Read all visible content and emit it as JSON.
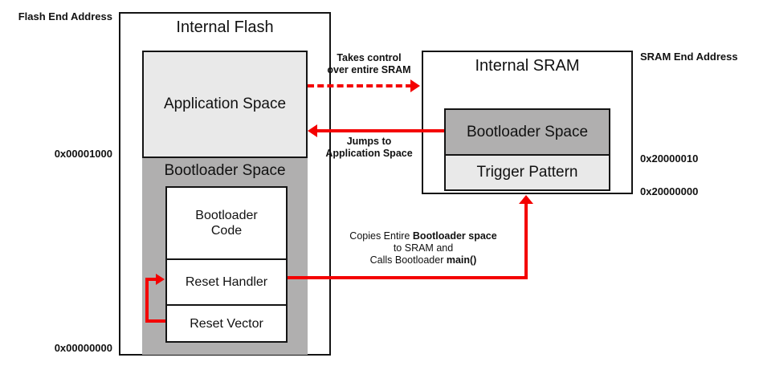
{
  "flash": {
    "title": "Internal Flash",
    "application_space": "Application Space",
    "bootloader_space": "Bootloader Space",
    "sections": {
      "bootloader_code": "Bootloader Code",
      "reset_handler": "Reset Handler",
      "reset_vector": "Reset Vector"
    }
  },
  "sram": {
    "title": "Internal SRAM",
    "bootloader_space": "Bootloader Space",
    "trigger_pattern": "Trigger Pattern"
  },
  "addresses": {
    "flash_end": "Flash End Address",
    "flash_boot_boundary": "0x00001000",
    "flash_base": "0x00000000",
    "sram_end": "SRAM End Address",
    "sram_boot_boundary": "0x20000010",
    "sram_base": "0x20000000"
  },
  "annotations": {
    "takes_control": {
      "line1": "Takes control",
      "line2": "over entire SRAM"
    },
    "jumps_to": {
      "line1": "Jumps to",
      "line2": "Application Space"
    },
    "copies": {
      "line1_normal": "Copies Entire ",
      "line1_bold": "Bootloader space",
      "line2": "to SRAM and",
      "line3_normal": "Calls Bootloader ",
      "line3_bold": "main()"
    }
  },
  "colors": {
    "arrow_red": "#f40000",
    "light_gray": "#e9e9e9",
    "dark_gray": "#b0afaf",
    "box_border": "#141414"
  }
}
